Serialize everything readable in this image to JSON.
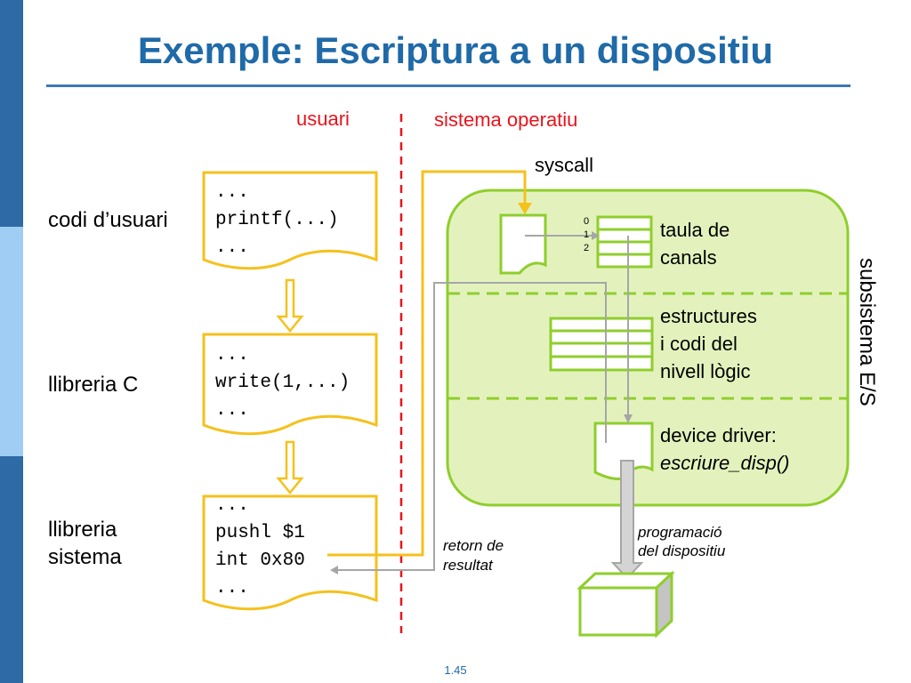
{
  "title": "Exemple: Escriptura a un dispositiu",
  "regions": {
    "user": "usuari",
    "os": "sistema operatiu"
  },
  "left_labels": {
    "user_code": "codi d’usuari",
    "libc": "llibreria C",
    "syslib_line1": "llibreria",
    "syslib_line2": "sistema"
  },
  "code_blocks": {
    "user": [
      "...",
      "printf(...)",
      "..."
    ],
    "libc": [
      "...",
      "write(1,...)",
      "..."
    ],
    "syslib": [
      "...",
      "pushl $1",
      "int 0x80",
      "..."
    ]
  },
  "syscall_label": "syscall",
  "channel_indices": [
    "0",
    "1",
    "2"
  ],
  "io_layers": {
    "channels_line1": "taula de",
    "channels_line2": "canals",
    "logic_line1": "estructures",
    "logic_line2": "i codi del",
    "logic_line3": "nivell lògic",
    "driver_line1": "device driver:",
    "driver_line2": "escriure_disp()"
  },
  "subsystem_label": "subsistema E/S",
  "return_label_line1": "retorn de",
  "return_label_line2": "resultat",
  "programming_label_line1": "programació",
  "programming_label_line2": "del dispositiu",
  "page_number": "1.45",
  "colors": {
    "title": "#1f6aa8",
    "boundary": "#e8141c",
    "code_box": "#f5c11c",
    "io_fill": "#e3f2bd",
    "io_border": "#8fce2c",
    "arrow_gray": "#a6a6a6"
  }
}
